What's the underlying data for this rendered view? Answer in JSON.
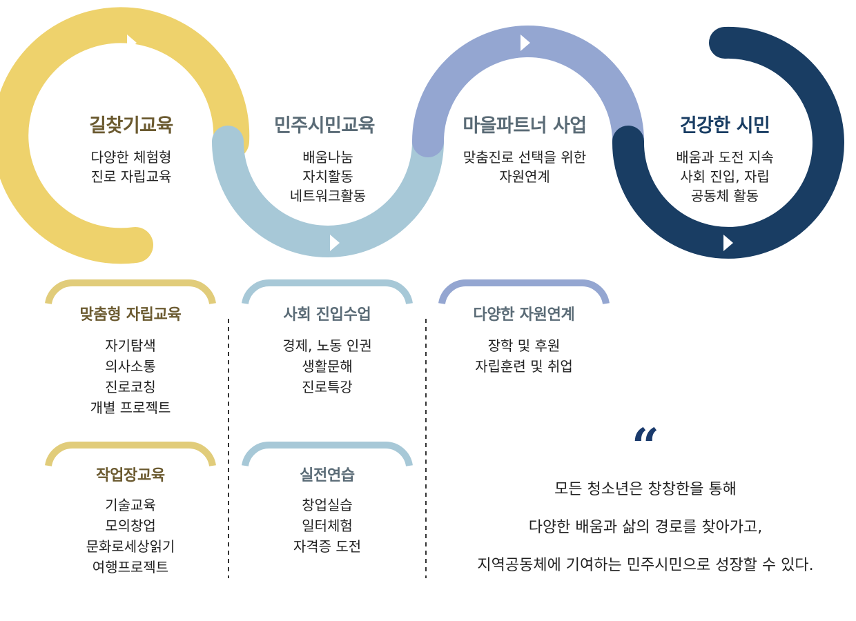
{
  "colors": {
    "yellow": "#eed26c",
    "lightblue": "#a7c8d7",
    "lavender": "#94a6d1",
    "navy": "#193d63",
    "brown": "#6b5a30",
    "slate": "#5a6b76",
    "yellowCap": "#e1cc7a",
    "quote": "#1a3a6c"
  },
  "stages": [
    {
      "title": "길찾기교육",
      "lines": [
        "다양한 체험형",
        "진로 자립교육"
      ]
    },
    {
      "title": "민주시민교육",
      "lines": [
        "배움나눔",
        "자치활동",
        "네트워크활동"
      ]
    },
    {
      "title": "마을파트너 사업",
      "lines": [
        "맞춤진로 선택을 위한",
        "자원연계"
      ]
    },
    {
      "title": "건강한 시민",
      "lines": [
        "배움과 도전 지속",
        "사회 진입, 자립",
        "공동체 활동"
      ]
    }
  ],
  "programs": [
    {
      "title": "맞춤형 자립교육",
      "lines": [
        "자기탐색",
        "의사소통",
        "진로코칭",
        "개별 프로젝트"
      ]
    },
    {
      "title": "사회 진입수업",
      "lines": [
        "경제, 노동 인권",
        "생활문해",
        "진로특강"
      ]
    },
    {
      "title": "다양한 자원연계",
      "lines": [
        "장학 및 후원",
        "자립훈련 및 취업"
      ]
    },
    {
      "title": "작업장교육",
      "lines": [
        "기술교육",
        "모의창업",
        "문화로세상읽기",
        "여행프로젝트"
      ]
    },
    {
      "title": "실전연습",
      "lines": [
        "창업실습",
        "일터체험",
        "자격증 도전"
      ]
    }
  ],
  "quote": {
    "mark": "“",
    "lines": [
      "모든 청소년은 창창한을 통해",
      "다양한 배움과 삶의 경로를 찾아가고,",
      "지역공동체에 기여하는 민주시민으로 성장할 수 있다."
    ]
  }
}
